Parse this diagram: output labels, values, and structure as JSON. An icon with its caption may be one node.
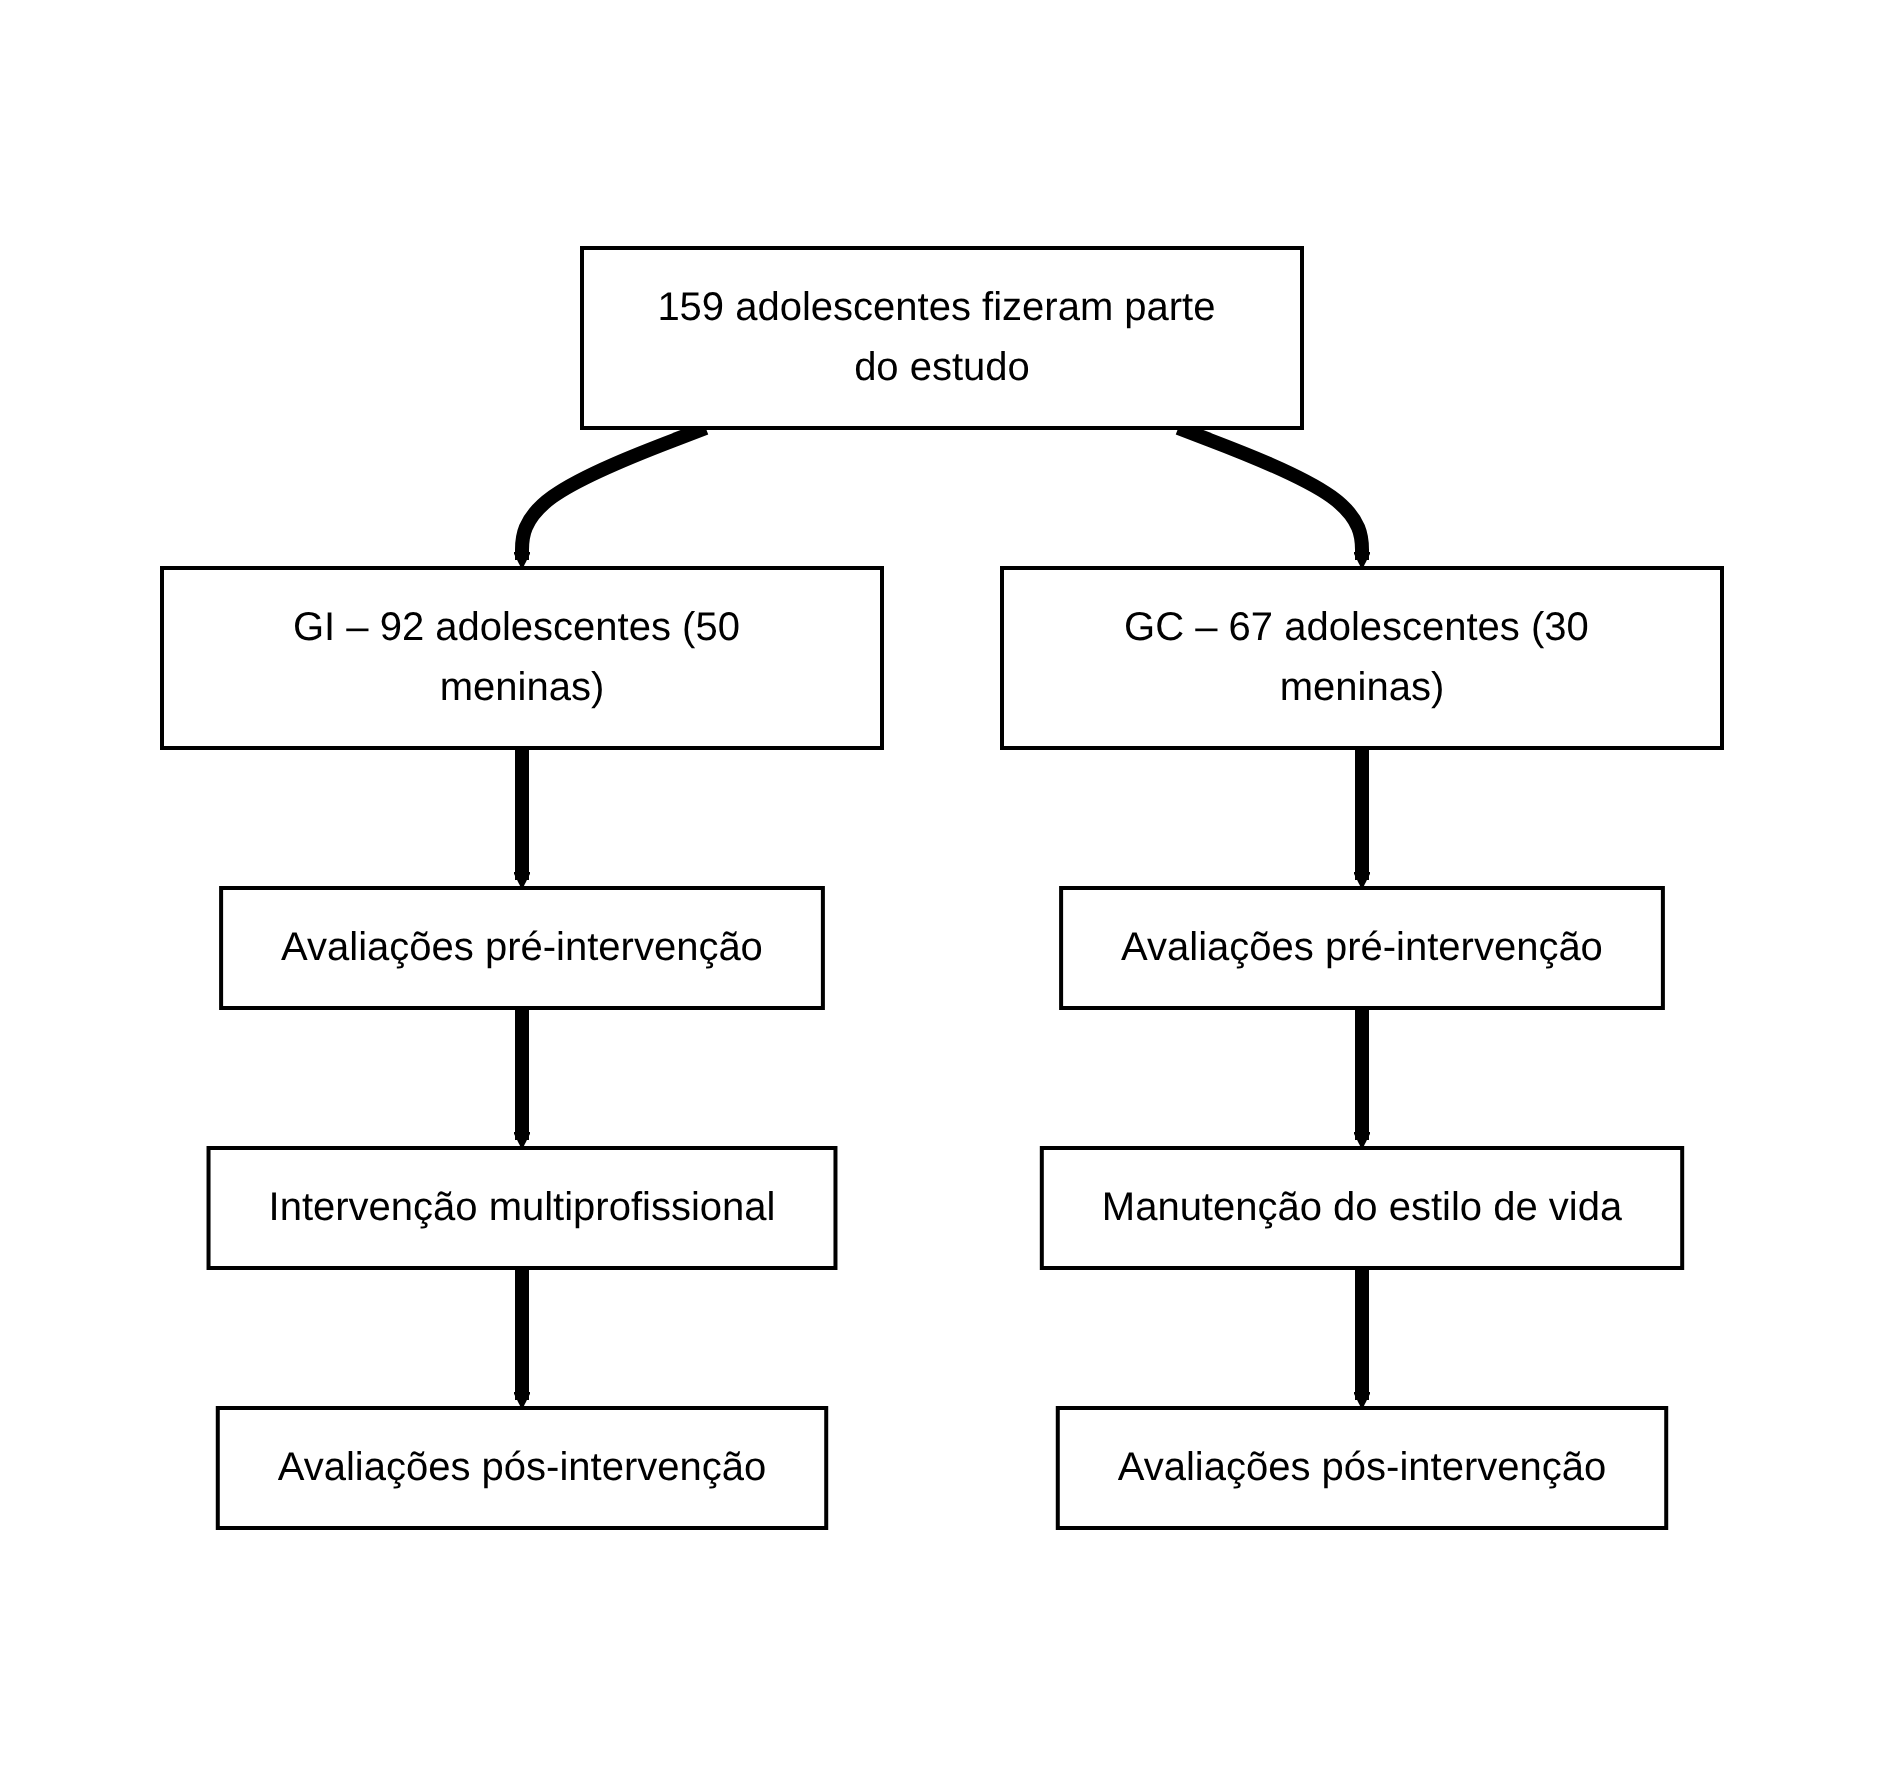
{
  "diagram": {
    "nodes": [
      {
        "text": [
          "159 adolescentes fizeram parte do estudo"
        ]
      },
      {
        "text": [
          "GI – 92 adolescentes (50 meninas)"
        ]
      },
      {
        "text": [
          "GC – 67 adolescentes (30 meninas)"
        ]
      },
      {
        "text": [
          "Avaliações pré-intervenção"
        ]
      },
      {
        "text": [
          "Avaliações pré-intervenção"
        ]
      },
      {
        "text": [
          "Intervenção multiprofissional"
        ]
      },
      {
        "text": [
          "Manutenção do estilo de vida"
        ]
      },
      {
        "text": [
          "Avaliações pós-intervenção"
        ]
      },
      {
        "text": [
          "Avaliações pós-intervenção"
        ]
      }
    ],
    "edges": [
      {
        "from": 0,
        "to": 1,
        "arrow": "to"
      },
      {
        "from": 0,
        "to": 2,
        "arrow": "to"
      },
      {
        "from": 1,
        "to": 3,
        "arrow": "to"
      },
      {
        "from": 2,
        "to": 4,
        "arrow": "to"
      },
      {
        "from": 3,
        "to": 5,
        "arrow": "to"
      },
      {
        "from": 4,
        "to": 6,
        "arrow": "to"
      },
      {
        "from": 5,
        "to": 7,
        "arrow": "to"
      },
      {
        "from": 6,
        "to": 8,
        "arrow": "to"
      }
    ]
  }
}
